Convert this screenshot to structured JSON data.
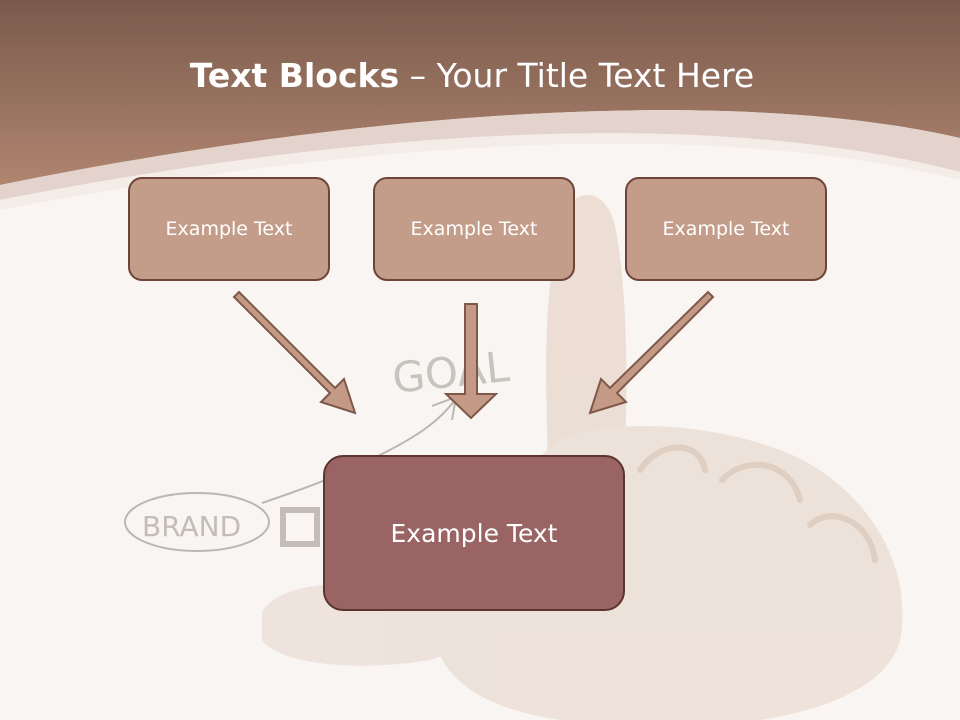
{
  "title": {
    "bold": "Text Blocks",
    "dash": " – ",
    "rest": "Your Title Text Here"
  },
  "boxes": {
    "left": "Example Text",
    "center": "Example Text",
    "right": "Example Text",
    "bottom": "Example Text"
  },
  "background_sketch": {
    "goal_label": "GOAL",
    "brand_label": "BRAND"
  },
  "colors": {
    "header_band": "#a47a66",
    "box_fill": "#c39d89",
    "box_border": "#6e4438",
    "target_fill": "#996463",
    "arrow_fill": "#c49a86"
  }
}
